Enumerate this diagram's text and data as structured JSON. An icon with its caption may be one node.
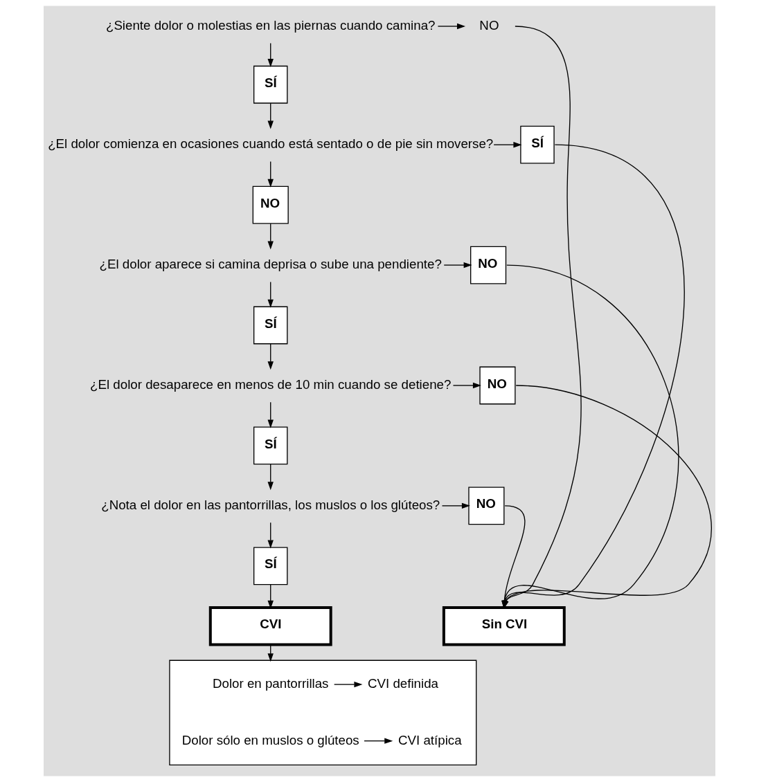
{
  "diagram": {
    "nodes": [
      {
        "text": [
          "¿Siente dolor o molestias en las piernas cuando camina?"
        ]
      },
      {
        "text": [
          "NO"
        ]
      },
      {
        "text": [
          "SÍ"
        ]
      },
      {
        "text": [
          "¿El dolor comienza en ocasiones cuando está sentado o de pie sin moverse?"
        ]
      },
      {
        "text": [
          "SÍ"
        ]
      },
      {
        "text": [
          "NO"
        ]
      },
      {
        "text": [
          "¿El dolor aparece si camina deprisa o sube una pendiente?"
        ]
      },
      {
        "text": [
          "NO"
        ]
      },
      {
        "text": [
          "SÍ"
        ]
      },
      {
        "text": [
          "¿El dolor desaparece en menos de 10 min cuando se detiene?"
        ]
      },
      {
        "text": [
          "NO"
        ]
      },
      {
        "text": [
          "SÍ"
        ]
      },
      {
        "text": [
          "¿Nota el dolor en las pantorrillas, los muslos o los glúteos?"
        ]
      },
      {
        "text": [
          "NO"
        ]
      },
      {
        "text": [
          "SÍ"
        ]
      },
      {
        "text": [
          "CVI"
        ]
      },
      {
        "text": [
          "Sin CVI"
        ]
      },
      {
        "text": [],
        "shape": "box"
      },
      {
        "text": [
          "Dolor en pantorrillas"
        ],
        "in": 17
      },
      {
        "text": [
          "CVI definida"
        ],
        "in": 17
      },
      {
        "text": [
          "Dolor sólo en muslos o glúteos"
        ],
        "in": 17
      },
      {
        "text": [
          "CVI atípica"
        ],
        "in": 17
      }
    ],
    "edges": [
      {
        "from": 0,
        "to": 1,
        "arrow": "to"
      },
      {
        "from": 0,
        "to": 2,
        "arrow": "to"
      },
      {
        "from": 2,
        "to": 3,
        "arrow": "to"
      },
      {
        "from": 3,
        "to": 4,
        "arrow": "to"
      },
      {
        "from": 3,
        "to": 5,
        "arrow": "to"
      },
      {
        "from": 5,
        "to": 6,
        "arrow": "to"
      },
      {
        "from": 6,
        "to": 7,
        "arrow": "to"
      },
      {
        "from": 6,
        "to": 8,
        "arrow": "to"
      },
      {
        "from": 8,
        "to": 9,
        "arrow": "to"
      },
      {
        "from": 9,
        "to": 10,
        "arrow": "to"
      },
      {
        "from": 9,
        "to": 11,
        "arrow": "to"
      },
      {
        "from": 11,
        "to": 12,
        "arrow": "to"
      },
      {
        "from": 12,
        "to": 13,
        "arrow": "to"
      },
      {
        "from": 12,
        "to": 14,
        "arrow": "to"
      },
      {
        "from": 14,
        "to": 15,
        "arrow": "to"
      },
      {
        "from": 1,
        "to": 16,
        "arrow": "to"
      },
      {
        "from": 4,
        "to": 16,
        "arrow": "to"
      },
      {
        "from": 7,
        "to": 16,
        "arrow": "to"
      },
      {
        "from": 10,
        "to": 16,
        "arrow": "to"
      },
      {
        "from": 13,
        "to": 16,
        "arrow": "to"
      },
      {
        "from": 15,
        "to": 17,
        "arrow": "to"
      },
      {
        "from": 18,
        "to": 19,
        "arrow": "to"
      },
      {
        "from": 20,
        "to": 21,
        "arrow": "to"
      }
    ]
  }
}
